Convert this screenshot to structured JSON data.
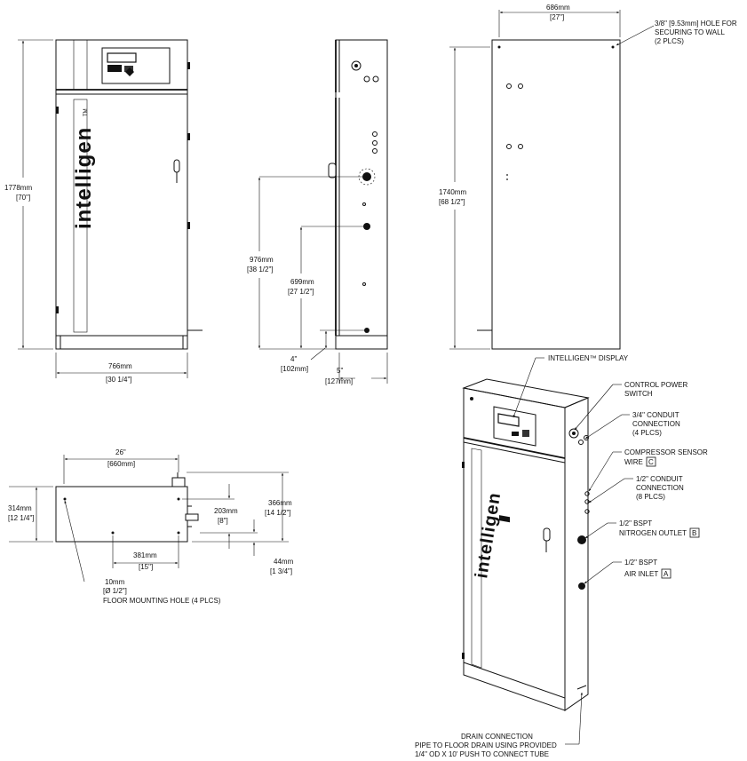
{
  "brand": "intelligen",
  "tm": "TM",
  "front_view": {
    "height_mm": "1778mm",
    "height_in": "[70\"]",
    "width_mm": "766mm",
    "width_in": "[30 1/4\"]"
  },
  "side_view": {
    "dim1_mm": "976mm",
    "dim1_in": "[38 1/2\"]",
    "dim2_mm": "699mm",
    "dim2_in": "[27 1/2\"]",
    "dim3_in": "4\"",
    "dim3_mm": "[102mm]",
    "dim4_in": "5\"",
    "dim4_mm": "[127mm]"
  },
  "rear_view": {
    "width_mm": "686mm",
    "width_in": "[27\"]",
    "height_mm": "1740mm",
    "height_in": "[68 1/2\"]",
    "note_line1": "3/8\" [9.53mm] HOLE FOR",
    "note_line2": "SECURING TO WALL",
    "note_line3": "(2 PLCS)"
  },
  "top_view": {
    "width_in": "26\"",
    "width_mm": "[660mm]",
    "depth_mm": "314mm",
    "depth_in": "[12 1/4\"]",
    "depth2_mm": "366mm",
    "depth2_in": "[14 1/2\"]",
    "offset_mm": "203mm",
    "offset_in": "[8\"]",
    "spacing_mm": "381mm",
    "spacing_in": "[15\"]",
    "edge_mm": "44mm",
    "edge_in": "[1 3/4\"]",
    "hole_mm": "10mm",
    "hole_in": "[Ø 1/2\"]",
    "hole_note": "FLOOR MOUNTING HOLE (4 PLCS)"
  },
  "iso_callouts": {
    "display": "INTELLIGEN™ DISPLAY",
    "power_1": "CONTROL POWER",
    "power_2": "SWITCH",
    "conduit34_1": "3/4\" CONDUIT",
    "conduit34_2": "CONNECTION",
    "conduit34_3": "(4 PLCS)",
    "sensor_1": "COMPRESSOR SENSOR",
    "sensor_2": "WIRE",
    "sensor_box": "C",
    "conduit12_1": "1/2\" CONDUIT",
    "conduit12_2": "CONNECTION",
    "conduit12_3": "(8 PLCS)",
    "n2_1": "1/2\" BSPT",
    "n2_2": "NITROGEN OUTLET",
    "n2_box": "B",
    "air_1": "1/2\" BSPT",
    "air_2": "AIR INLET",
    "air_box": "A",
    "drain_1": "DRAIN CONNECTION",
    "drain_2": "PIPE TO FLOOR DRAIN USING PROVIDED",
    "drain_3": "1/4\" OD X 10' PUSH TO CONNECT TUBE"
  }
}
